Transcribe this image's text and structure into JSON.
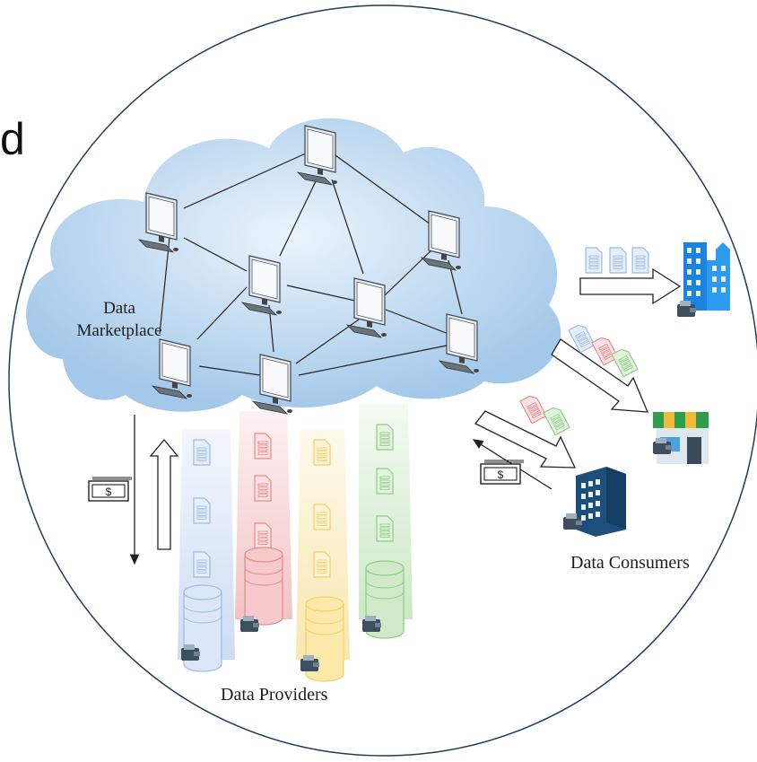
{
  "fragment_text": "d",
  "labels": {
    "marketplace_line1": "Data",
    "marketplace_line2": "Marketplace",
    "consumers": "Data Consumers",
    "providers": "Data Providers"
  },
  "money_symbol": "$",
  "provider_colors": [
    "#9dbbe6",
    "#e9888a",
    "#f1d267",
    "#8fcb86"
  ],
  "colors": {
    "cloud": "#b8d6ef",
    "circle_border": "#1f3a5f",
    "building_blue": "#1a84e0",
    "office_navy": "#1d4f7c"
  },
  "icons": [
    "computer-icon",
    "document-icon",
    "database-icon",
    "wallet-icon",
    "money-icon",
    "building-icon",
    "store-icon",
    "office-icon"
  ]
}
